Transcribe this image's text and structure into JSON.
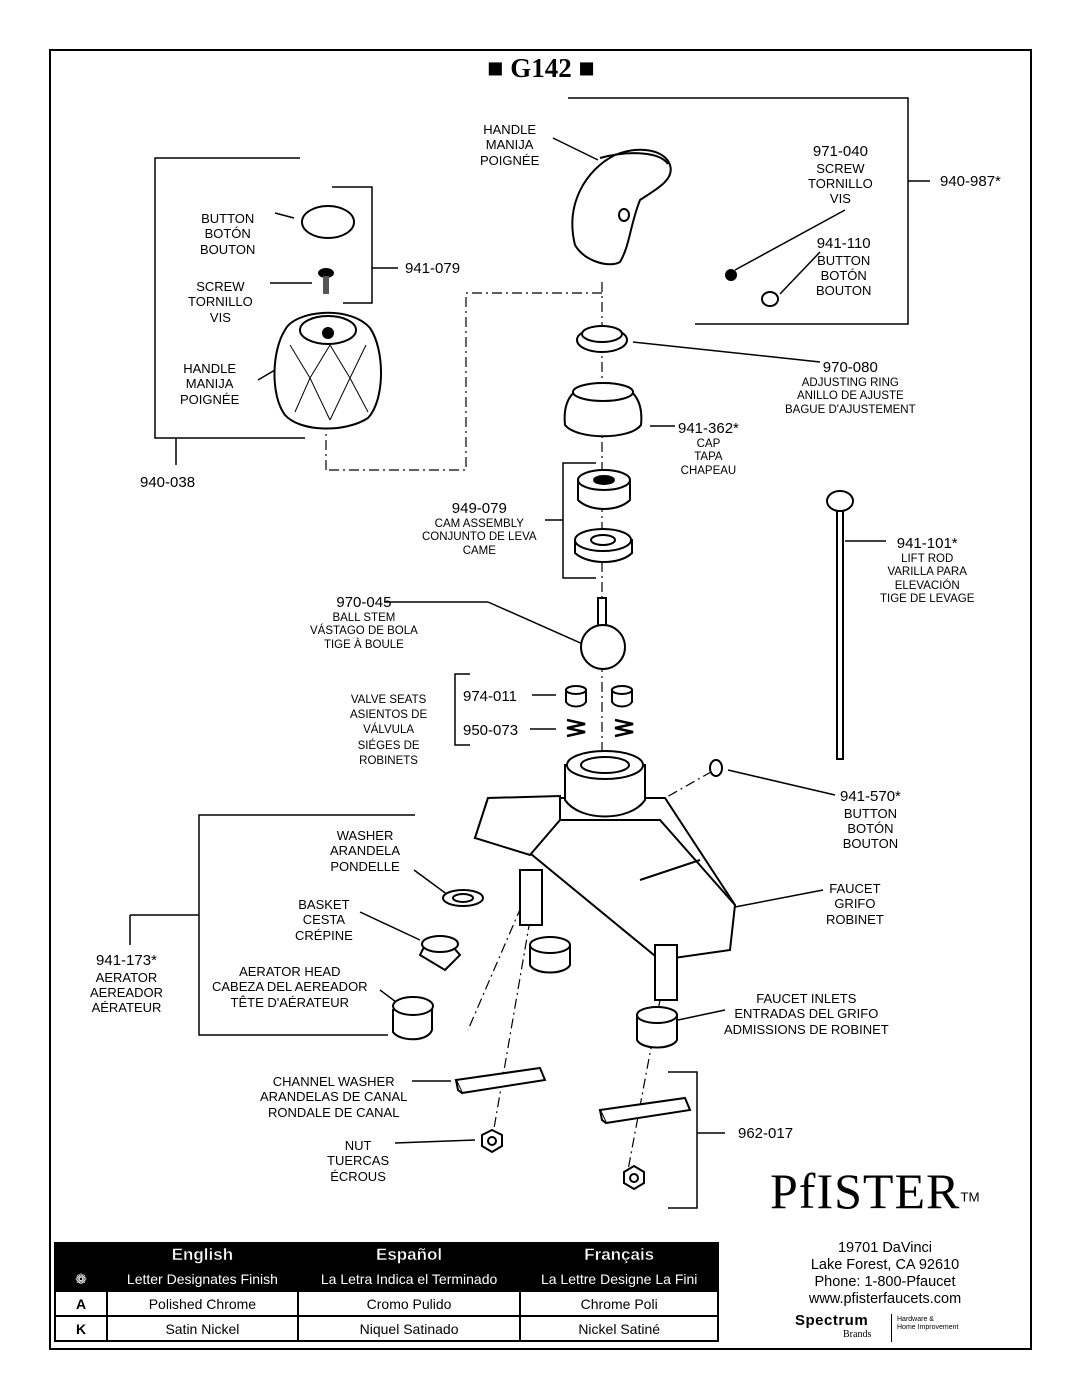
{
  "title": "■ G142 ■",
  "parts": {
    "handle_lever": {
      "lines": [
        "HANDLE",
        "MANIJA",
        "POIGNÉE"
      ]
    },
    "p971_040": {
      "num": "971-040",
      "lines": [
        "SCREW",
        "TORNILLO",
        "VIS"
      ]
    },
    "p940_987": {
      "num": "940-987*"
    },
    "p941_110": {
      "num": "941-110",
      "lines": [
        "BUTTON",
        "BOTÓN",
        "BOUTON"
      ]
    },
    "button_left": {
      "lines": [
        "BUTTON",
        "BOTÓN",
        "BOUTON"
      ]
    },
    "p941_079": {
      "num": "941-079"
    },
    "screw_left": {
      "lines": [
        "SCREW",
        "TORNILLO",
        "VIS"
      ]
    },
    "handle_knob": {
      "lines": [
        "HANDLE",
        "MANIJA",
        "POIGNÉE"
      ]
    },
    "p940_038": {
      "num": "940-038"
    },
    "p970_080": {
      "num": "970-080",
      "lines": [
        "ADJUSTING RING",
        "ANILLO DE AJUSTE",
        "BAGUE D'AJUSTEMENT"
      ]
    },
    "p941_362": {
      "num": "941-362*",
      "lines": [
        "CAP",
        "TAPA",
        "CHAPEAU"
      ]
    },
    "p949_079": {
      "num": "949-079",
      "lines": [
        "CAM ASSEMBLY",
        "CONJUNTO DE LEVA",
        "CAME"
      ]
    },
    "p941_101": {
      "num": "941-101*",
      "lines": [
        "LIFT ROD",
        "VARILLA PARA",
        "ELEVACIÓN",
        "TIGE DE LEVAGE"
      ]
    },
    "p970_045": {
      "num": "970-045",
      "lines": [
        "BALL STEM",
        "VÁSTAGO DE BOLA",
        "TIGE À BOULE"
      ]
    },
    "valve_seats": {
      "lines": [
        "VALVE SEATS",
        "ASIENTOS DE",
        "VÁLVULA",
        "SIÉGES DE",
        "ROBINETS"
      ]
    },
    "p974_011": {
      "num": "974-011"
    },
    "p950_073": {
      "num": "950-073"
    },
    "p941_570": {
      "num": "941-570*",
      "lines": [
        "BUTTON",
        "BOTÓN",
        "BOUTON"
      ]
    },
    "washer": {
      "lines": [
        "WASHER",
        "ARANDELA",
        "PONDELLE"
      ]
    },
    "faucet": {
      "lines": [
        "FAUCET",
        "GRIFO",
        "ROBINET"
      ]
    },
    "basket": {
      "lines": [
        "BASKET",
        "CESTA",
        "CRÉPINE"
      ]
    },
    "p941_173": {
      "num": "941-173*",
      "lines": [
        "AERATOR",
        "AEREADOR",
        "AÉRATEUR"
      ]
    },
    "aerator_head": {
      "lines": [
        "AERATOR HEAD",
        "CABEZA DEL AEREADOR",
        "TÊTE D'AÉRATEUR"
      ]
    },
    "faucet_inlets": {
      "lines": [
        "FAUCET INLETS",
        "ENTRADAS DEL GRIFO",
        "ADMISSIONS DE ROBINET"
      ]
    },
    "channel_washer": {
      "lines": [
        "CHANNEL WASHER",
        "ARANDELAS DE CANAL",
        "RONDALE DE CANAL"
      ]
    },
    "p962_017": {
      "num": "962-017"
    },
    "nut": {
      "lines": [
        "NUT",
        "TUERCAS",
        "ÉCROUS"
      ]
    }
  },
  "legend": {
    "headers": [
      "English",
      "Español",
      "Français"
    ],
    "symbol": "❁",
    "subheaders": [
      "Letter Designates Finish",
      "La Letra Indica el Terminado",
      "La Lettre Designe La Fini"
    ],
    "rows": [
      {
        "code": "A",
        "values": [
          "Polished Chrome",
          "Cromo Pulido",
          "Chrome Poli"
        ]
      },
      {
        "code": "K",
        "values": [
          "Satin Nickel",
          "Niquel Satinado",
          "Nickel Satiné"
        ]
      }
    ]
  },
  "brand": {
    "logo": "PfISTER",
    "tm": "TM",
    "address": [
      "19701 DaVinci",
      "Lake Forest, CA 92610",
      "Phone: 1-800-Pfaucet",
      "www.pfisterfaucets.com"
    ],
    "spectrum": "Spectrum",
    "spectrum_sub": "Brands",
    "spectrum_tag": [
      "Hardware &",
      "Home Improvement"
    ]
  }
}
